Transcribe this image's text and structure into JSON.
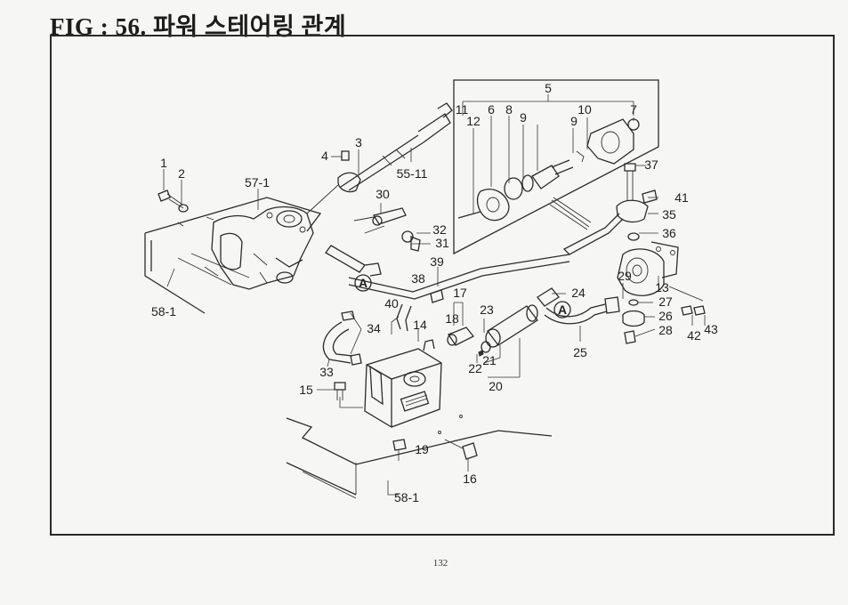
{
  "title": "FIG : 56. 파워 스테어링 관계",
  "page_number": "132",
  "callouts": [
    {
      "id": "c1",
      "text": "1"
    },
    {
      "id": "c2",
      "text": "2"
    },
    {
      "id": "c3",
      "text": "3"
    },
    {
      "id": "c4",
      "text": "4"
    },
    {
      "id": "c5",
      "text": "5"
    },
    {
      "id": "c6",
      "text": "6"
    },
    {
      "id": "c7",
      "text": "7"
    },
    {
      "id": "c8",
      "text": "8"
    },
    {
      "id": "c9a",
      "text": "9"
    },
    {
      "id": "c9b",
      "text": "9"
    },
    {
      "id": "c10",
      "text": "10"
    },
    {
      "id": "c11",
      "text": "11"
    },
    {
      "id": "c12",
      "text": "12"
    },
    {
      "id": "c13",
      "text": "13"
    },
    {
      "id": "c14",
      "text": "14"
    },
    {
      "id": "c15",
      "text": "15"
    },
    {
      "id": "c16",
      "text": "16"
    },
    {
      "id": "c17",
      "text": "17"
    },
    {
      "id": "c18",
      "text": "18"
    },
    {
      "id": "c19",
      "text": "19"
    },
    {
      "id": "c20",
      "text": "20"
    },
    {
      "id": "c21",
      "text": "21"
    },
    {
      "id": "c22",
      "text": "22"
    },
    {
      "id": "c23",
      "text": "23"
    },
    {
      "id": "c24",
      "text": "24"
    },
    {
      "id": "c25",
      "text": "25"
    },
    {
      "id": "c26",
      "text": "26"
    },
    {
      "id": "c27",
      "text": "27"
    },
    {
      "id": "c28",
      "text": "28"
    },
    {
      "id": "c29",
      "text": "29"
    },
    {
      "id": "c30",
      "text": "30"
    },
    {
      "id": "c31",
      "text": "31"
    },
    {
      "id": "c32",
      "text": "32"
    },
    {
      "id": "c33",
      "text": "33"
    },
    {
      "id": "c34",
      "text": "34"
    },
    {
      "id": "c35",
      "text": "35"
    },
    {
      "id": "c36",
      "text": "36"
    },
    {
      "id": "c37",
      "text": "37"
    },
    {
      "id": "c38",
      "text": "38"
    },
    {
      "id": "c39",
      "text": "39"
    },
    {
      "id": "c40",
      "text": "40"
    },
    {
      "id": "c41",
      "text": "41"
    },
    {
      "id": "c42",
      "text": "42"
    },
    {
      "id": "c43",
      "text": "43"
    },
    {
      "id": "c55_11",
      "text": "55-11"
    },
    {
      "id": "c57_1",
      "text": "57-1"
    },
    {
      "id": "c58_1a",
      "text": "58-1"
    },
    {
      "id": "c58_1b",
      "text": "58-1"
    }
  ],
  "connector_marks": [
    {
      "id": "ma",
      "text": "A"
    },
    {
      "id": "mb",
      "text": "A"
    }
  ]
}
